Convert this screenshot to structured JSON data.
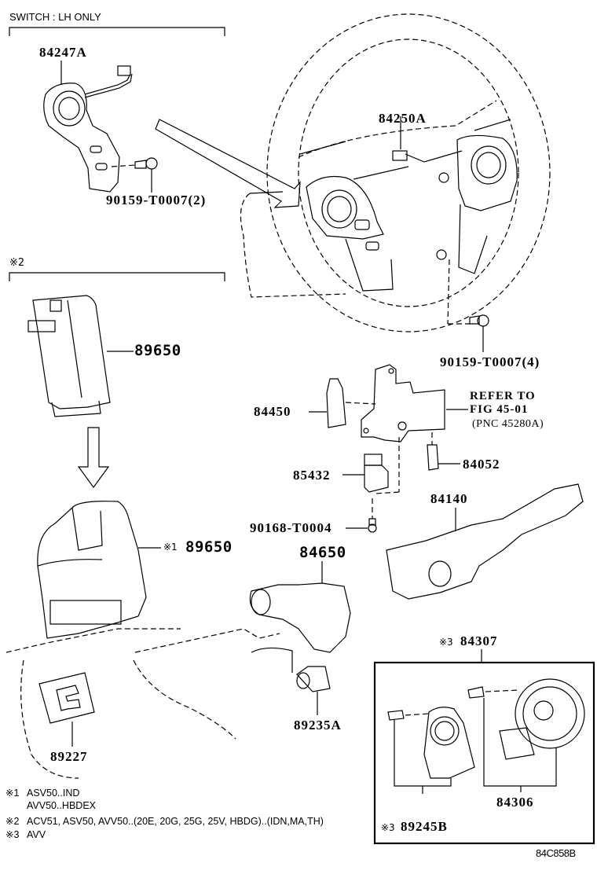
{
  "diagram": {
    "figure_code": "84C858B",
    "sections": {
      "switch_lh_only": "SWITCH :  LH ONLY",
      "note2_marker": "※2"
    },
    "parts": {
      "p84247A": "84247A",
      "p90159_T0007_2": "90159-T0007(2)",
      "p84250A": "84250A",
      "p90159_T0007_4": "90159-T0007(4)",
      "p89650": "89650",
      "p84450": "84450",
      "refer_line1": "REFER TO",
      "refer_line2": "FIG 45-01",
      "refer_line3": "(PNC 45280A)",
      "p85432": "85432",
      "p84052": "84052",
      "p84140": "84140",
      "p90168_T0004": "90168-T0004",
      "p89650_alt_mark": "※1",
      "p89650_alt": "89650",
      "p84650": "84650",
      "p84307_mark": "※3",
      "p84307": "84307",
      "p89227": "89227",
      "p89235A": "89235A",
      "p84306": "84306",
      "p89245B_mark": "※3",
      "p89245B": "89245B"
    },
    "notes": [
      {
        "marker": "※1",
        "lines": [
          "ASV50..IND",
          "AVV50..HBDEX"
        ]
      },
      {
        "marker": "※2",
        "lines": [
          "ACV51, ASV50, AVV50..(20E, 20G, 25G, 25V, HBDG)..(IDN,MA,TH)"
        ]
      },
      {
        "marker": "※3",
        "lines": [
          "AVV"
        ]
      }
    ]
  }
}
